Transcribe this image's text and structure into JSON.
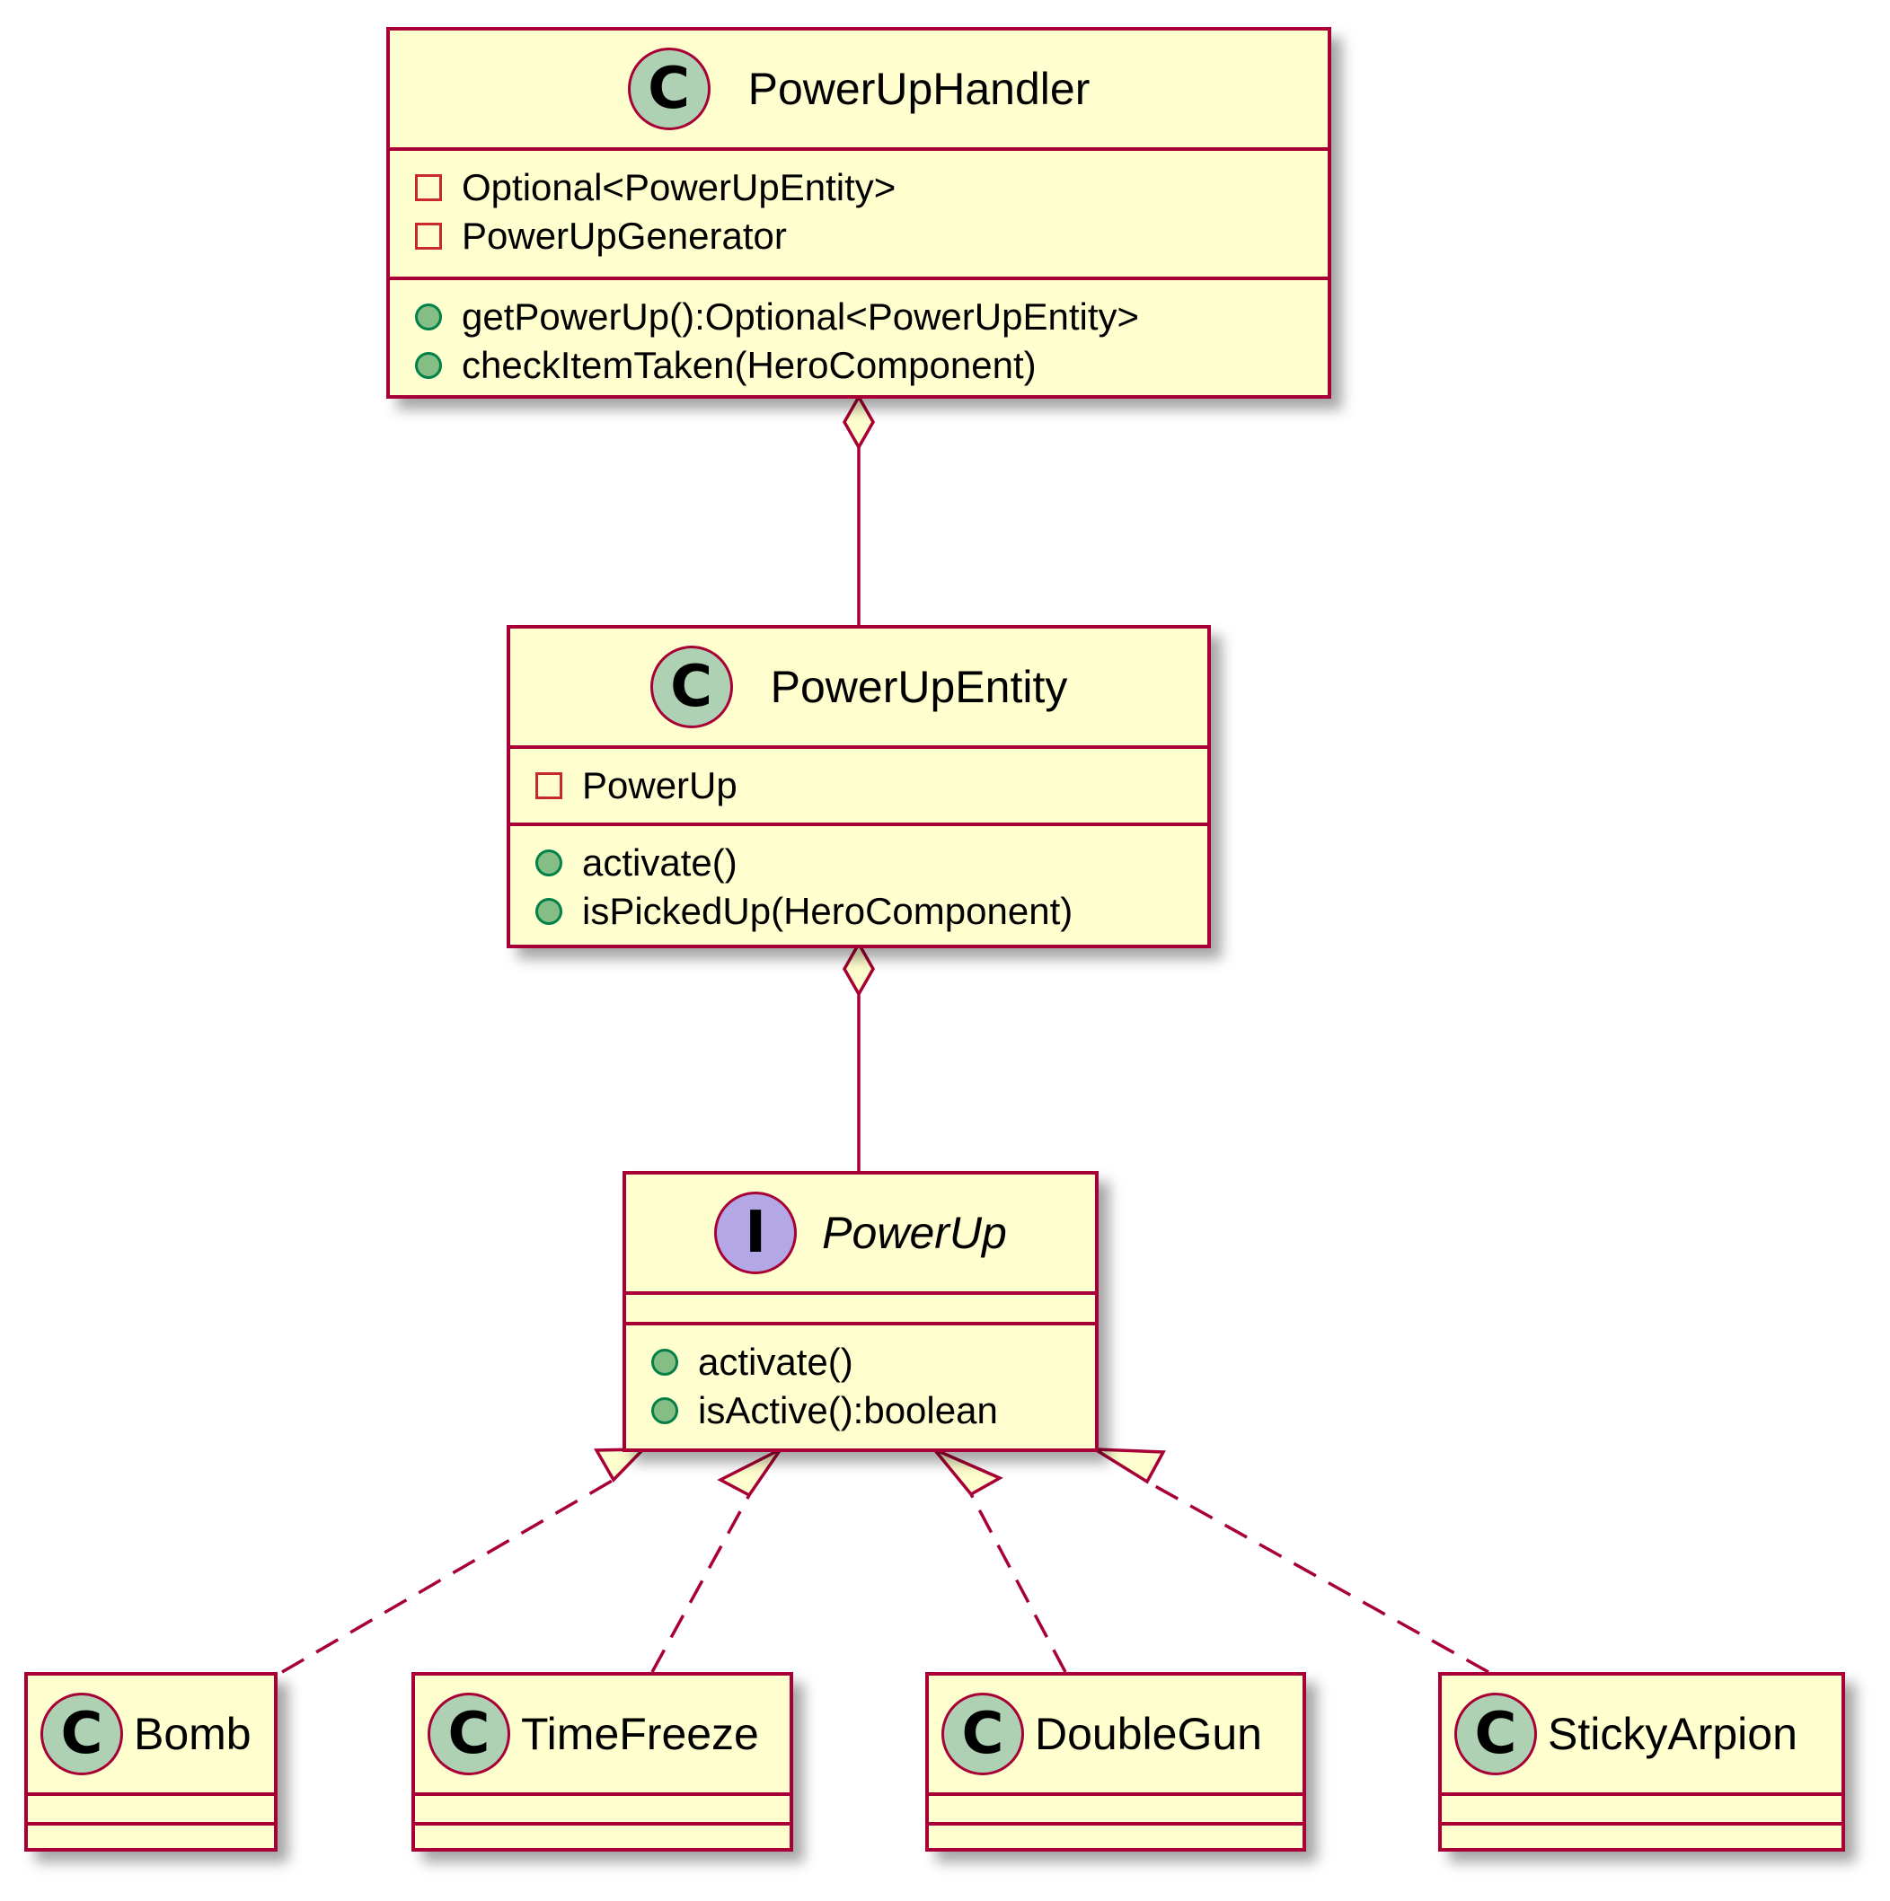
{
  "diagram": {
    "colors": {
      "class_fill": "#fefece",
      "border": "#a80036",
      "class_badge": "#add1b2",
      "interface_badge": "#b4a7e5",
      "private_marker": "#c82930",
      "public_marker": "#038048"
    },
    "classes": {
      "handler": {
        "badge": "C",
        "name": "PowerUpHandler",
        "fields": [
          "Optional<PowerUpEntity>",
          "PowerUpGenerator"
        ],
        "methods": [
          "getPowerUp():Optional<PowerUpEntity>",
          "checkItemTaken(HeroComponent)"
        ]
      },
      "entity": {
        "badge": "C",
        "name": "PowerUpEntity",
        "fields": [
          "PowerUp"
        ],
        "methods": [
          "activate()",
          "isPickedUp(HeroComponent)"
        ]
      },
      "powerup": {
        "badge": "I",
        "name": "PowerUp",
        "fields": [],
        "methods": [
          "activate()",
          "isActive():boolean"
        ]
      },
      "bomb": {
        "badge": "C",
        "name": "Bomb"
      },
      "timefreeze": {
        "badge": "C",
        "name": "TimeFreeze"
      },
      "doublegun": {
        "badge": "C",
        "name": "DoubleGun"
      },
      "stickyarpion": {
        "badge": "C",
        "name": "StickyArpion"
      }
    },
    "relations": [
      {
        "type": "aggregation",
        "from": "PowerUpHandler",
        "to": "PowerUpEntity"
      },
      {
        "type": "aggregation",
        "from": "PowerUpEntity",
        "to": "PowerUp"
      },
      {
        "type": "realization",
        "from": "Bomb",
        "to": "PowerUp"
      },
      {
        "type": "realization",
        "from": "TimeFreeze",
        "to": "PowerUp"
      },
      {
        "type": "realization",
        "from": "DoubleGun",
        "to": "PowerUp"
      },
      {
        "type": "realization",
        "from": "StickyArpion",
        "to": "PowerUp"
      }
    ]
  }
}
